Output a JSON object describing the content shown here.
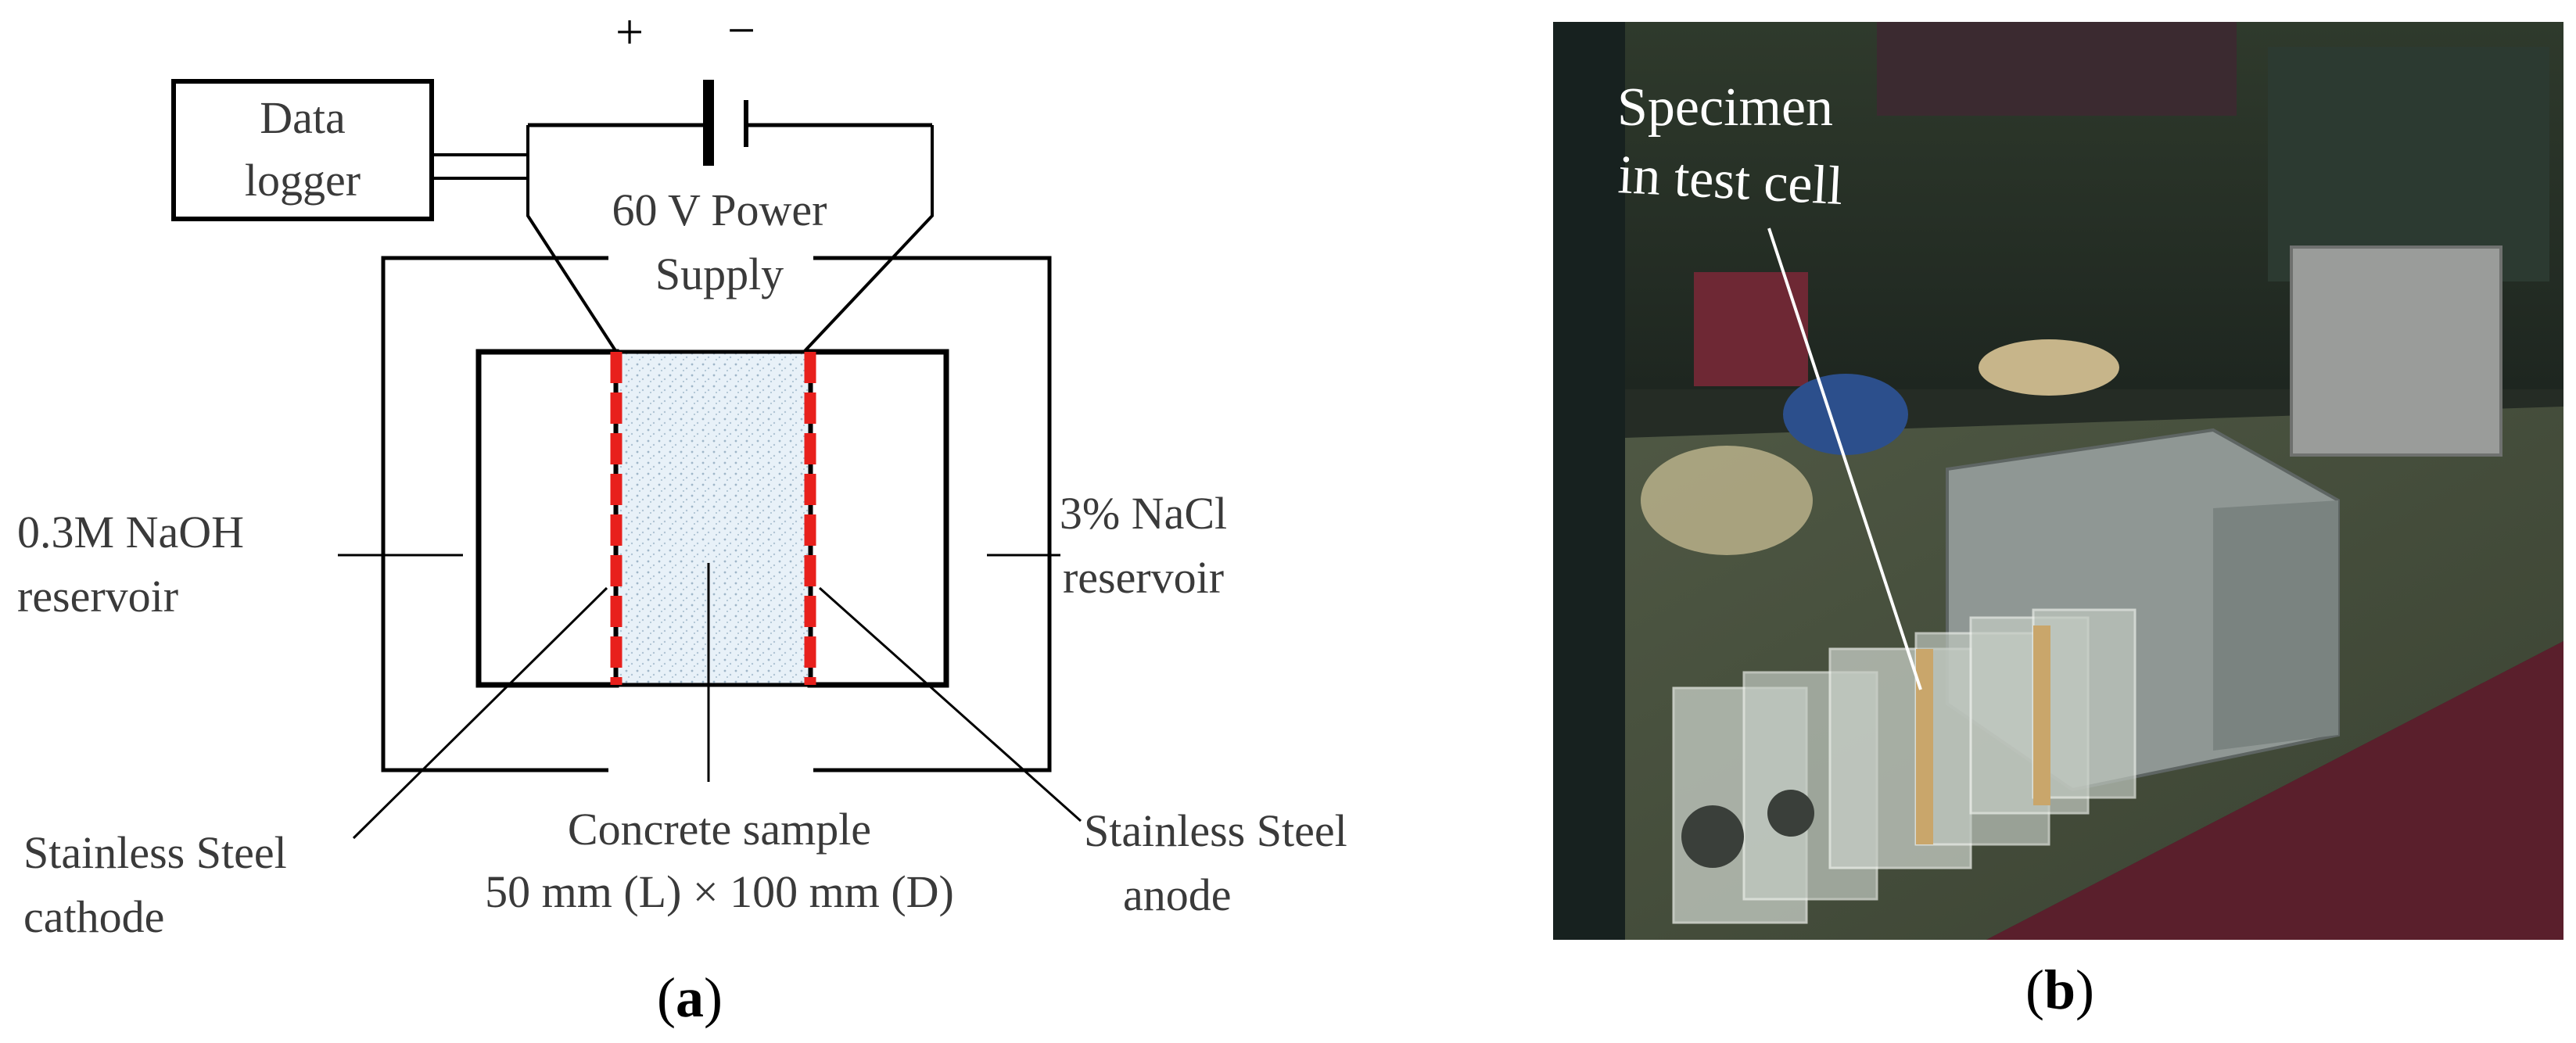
{
  "panel_a": {
    "polarity_plus": "+",
    "polarity_minus": "−",
    "data_logger_line1": "Data",
    "data_logger_line2": "logger",
    "power_supply_line1": "60 V Power",
    "power_supply_line2": "Supply",
    "naoh_line1": "0.3M NaOH",
    "naoh_line2": "reservoir",
    "nacl_line1": "3% NaCl",
    "nacl_line2": "reservoir",
    "cathode_line1": "Stainless Steel",
    "cathode_line2": "cathode",
    "anode_line1": "Stainless Steel",
    "anode_line2": "anode",
    "sample_line1": "Concrete sample",
    "sample_line2": "50 mm (L) × 100 mm (D)",
    "caption_open": "(",
    "caption_letter": "a",
    "caption_close": ")"
  },
  "panel_b": {
    "label_line1": "Specimen",
    "label_line2": "in test cell",
    "caption_open": "(",
    "caption_letter": "b",
    "caption_close": ")"
  },
  "colors": {
    "electrode_red": "#e8201c",
    "sample_fill": "#e6f0f7",
    "line": "#000000"
  }
}
